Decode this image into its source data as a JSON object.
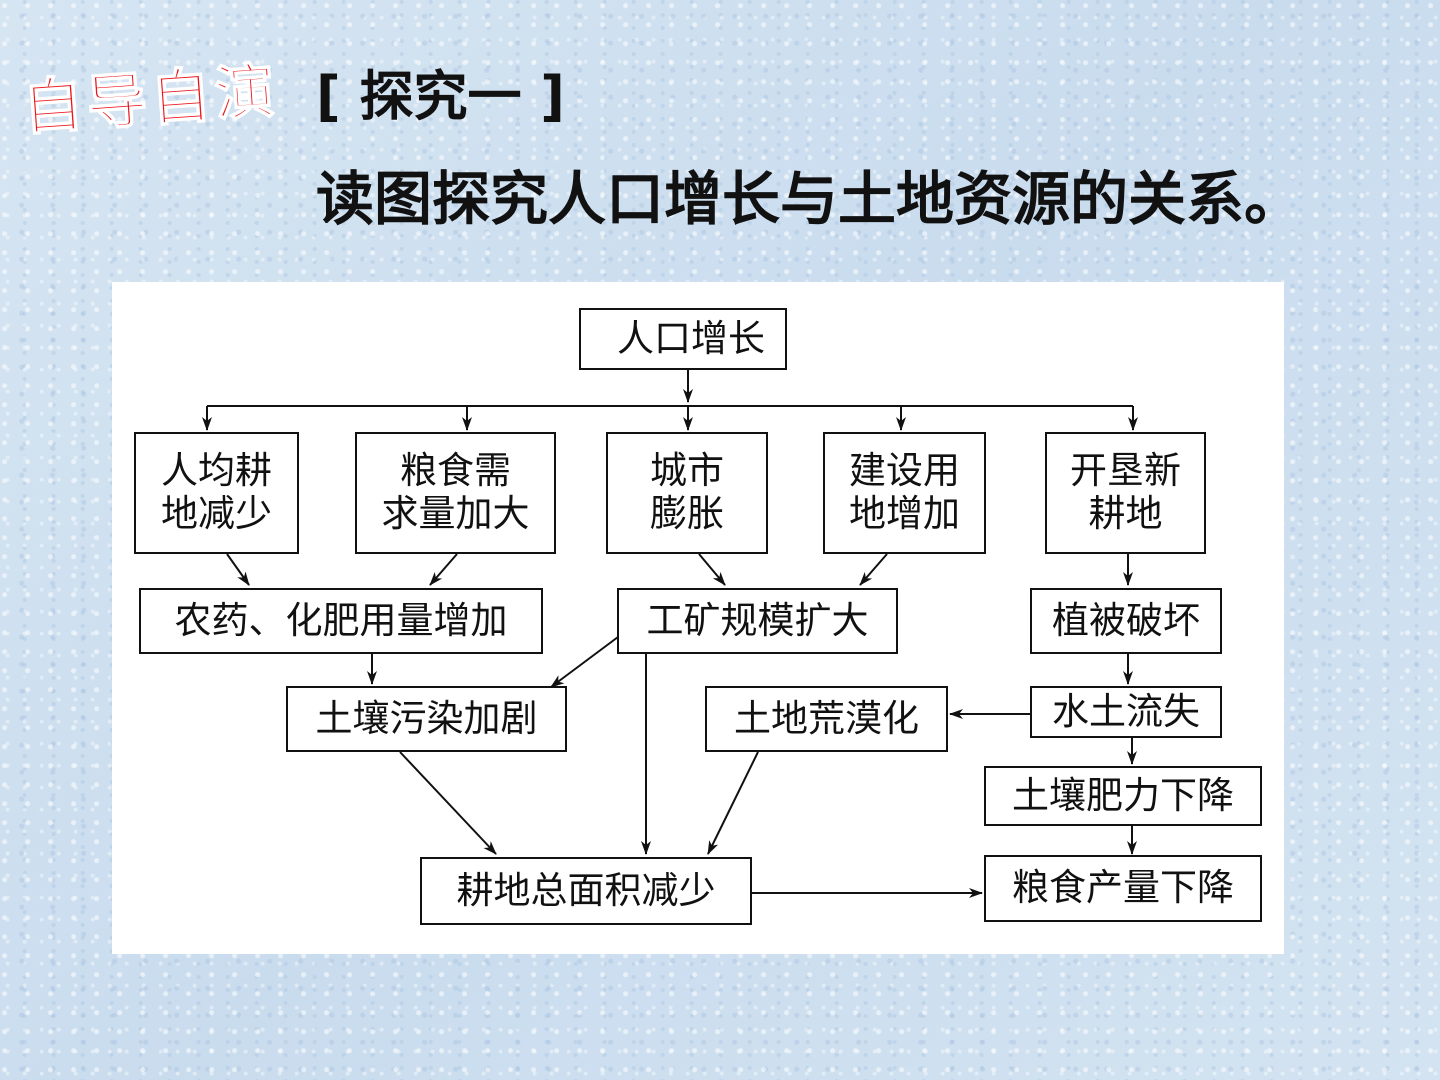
{
  "logo_text": "自导自演",
  "heading": "[ 探究一 ]",
  "subtitle": "读图探究人口增长与土地资源的关系。",
  "colors": {
    "logo": "#e8151b",
    "line": "#111111"
  },
  "flowchart": {
    "population_growth": "人口增长",
    "arable_per_capita_decrease": "人均耕\n地减少",
    "food_demand_increase": "粮食需\n求量加大",
    "urban_expansion": "城市\n膨胀",
    "construction_land_increase": "建设用\n地增加",
    "reclaim_new_farmland": "开垦新\n耕地",
    "pesticide_fertilizer_increase": "农药、化肥用量增加",
    "industrial_mining_expansion": "工矿规模扩大",
    "vegetation_destruction": "植被破坏",
    "soil_pollution_worsens": "土壤污染加剧",
    "land_desertification": "土地荒漠化",
    "soil_erosion": "水土流失",
    "soil_fertility_decline": "土壤肥力下降",
    "total_farmland_decrease": "耕地总面积减少",
    "grain_output_decline": "粮食产量下降"
  }
}
